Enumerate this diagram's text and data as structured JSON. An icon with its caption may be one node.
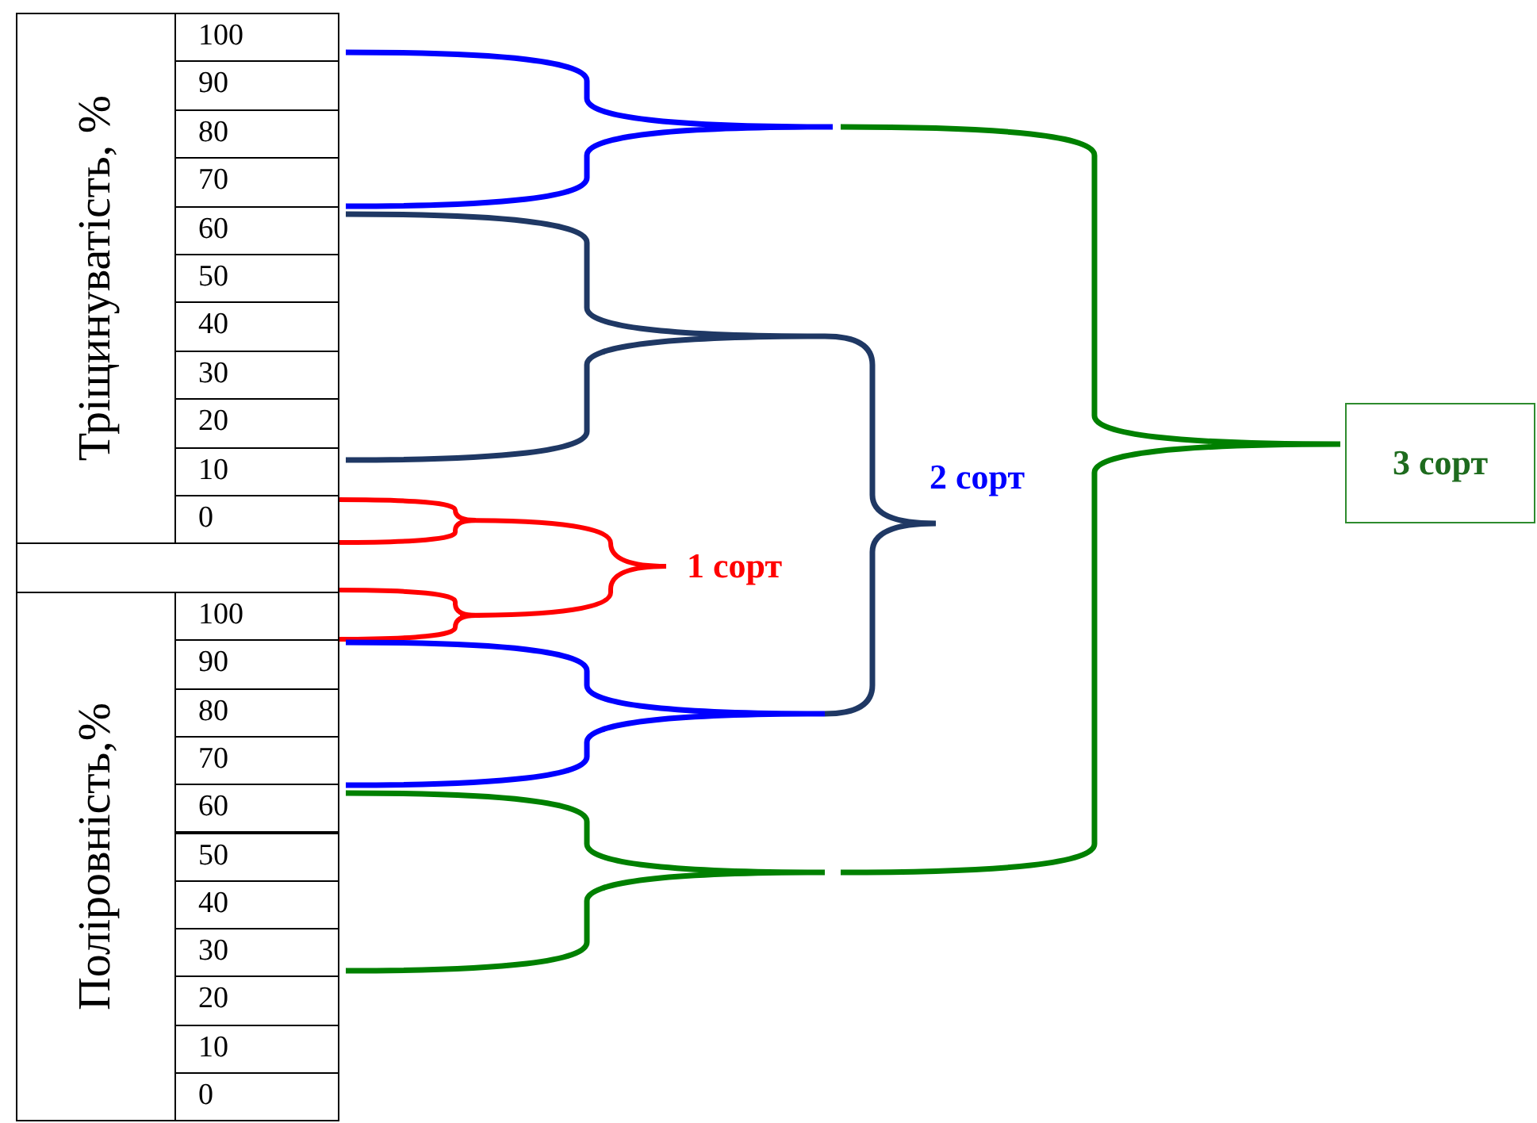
{
  "diagram": {
    "nodes": [
      {
        "text": [
          "3 сорт"
        ]
      }
    ],
    "labels": [
      "Тріщинуватість, %",
      "100",
      "90",
      "80",
      "70",
      "60",
      "50",
      "40",
      "30",
      "20",
      "10",
      "0",
      "Поліровність,%",
      "100",
      "90",
      "80",
      "70",
      "60",
      "50",
      "40",
      "30",
      "20",
      "10",
      "0",
      "1 сорт",
      "2 сорт"
    ]
  }
}
